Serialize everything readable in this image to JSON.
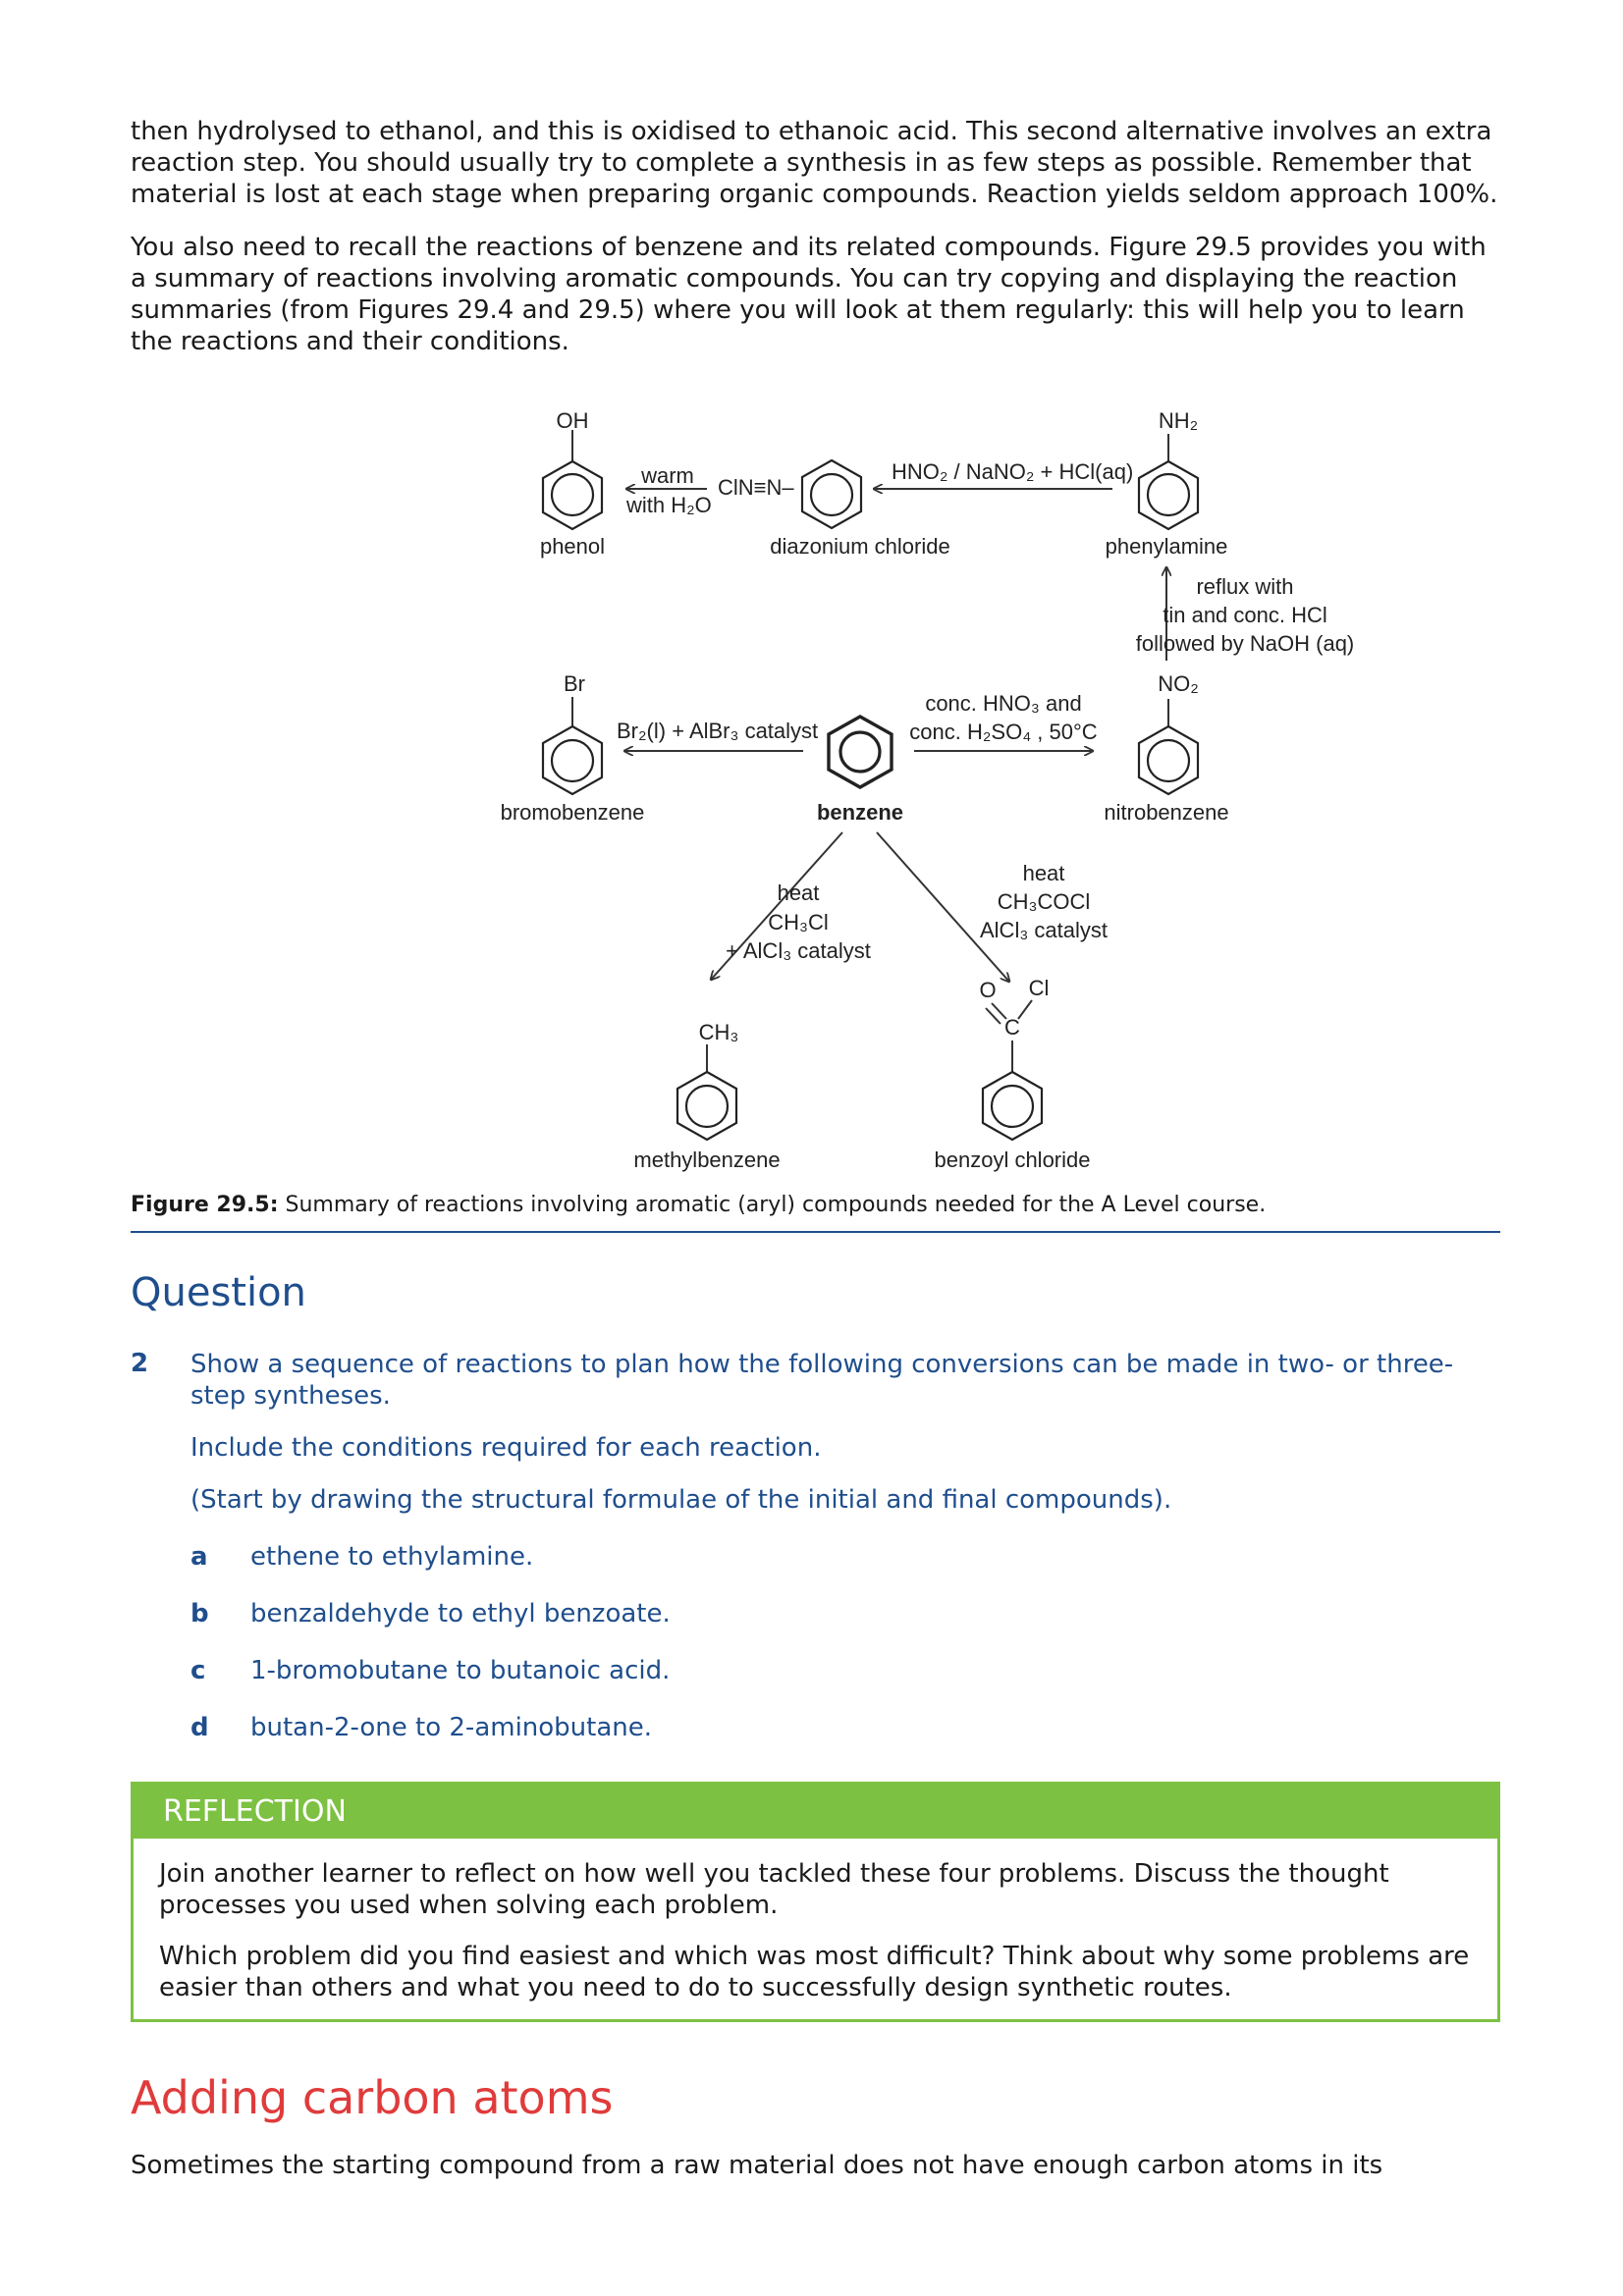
{
  "intro": {
    "paragraph1": "then hydrolysed to ethanol, and this is oxidised to ethanoic acid. This second alternative involves an extra reaction step. You should usually try to complete a synthesis in as few steps as possible. Remember that material is lost at each stage when preparing organic compounds. Reaction yields seldom approach 100%.",
    "paragraph2": "You also need to recall the reactions of benzene and its related compounds. Figure 29.5 provides you with a summary of reactions involving aromatic compounds. You can try copying and displaying the reaction summaries (from Figures 29.4 and 29.5) where you will look at them regularly: this will help you to learn the reactions and their conditions."
  },
  "figure": {
    "compounds": {
      "phenol": "phenol",
      "diazonium": "diazonium chloride",
      "phenylamine": "phenylamine",
      "bromobenzene": "bromobenzene",
      "benzene": "benzene",
      "nitrobenzene": "nitrobenzene",
      "methylbenzene": "methylbenzene",
      "benzoyl": "benzoyl chloride"
    },
    "groups": {
      "oh": "OH",
      "nh2": "NH₂",
      "br": "Br",
      "no2": "NO₂",
      "ch3": "CH₃",
      "diazo": "ClN≡N–",
      "o": "O",
      "cl": "Cl",
      "c": "C"
    },
    "conditions": {
      "warm": "warm",
      "with_h2o": "with H₂O",
      "hno2": "HNO₂ / NaNO₂ + HCl(aq)",
      "reflux1": "reflux with",
      "reflux2": "tin and conc. HCl",
      "reflux3": "followed by NaOH (aq)",
      "br2": "Br₂(l) + AlBr₃ catalyst",
      "nitr1": "conc. HNO₃ and",
      "nitr2": "conc. H₂SO₄ , 50°C",
      "meth1": "heat",
      "meth2": "CH₃Cl",
      "meth3": "+ AlCl₃ catalyst",
      "acyl1": "heat",
      "acyl2": "CH₃COCl",
      "acyl3": "AlCl₃ catalyst"
    }
  },
  "caption": {
    "label": "Figure 29.5:",
    "text": " Summary of reactions involving aromatic (aryl) compounds needed for the A Level course."
  },
  "question": {
    "heading": "Question",
    "number": "2",
    "text": "Show a sequence of reactions to plan how the following conversions can be made in two- or three-step syntheses.",
    "conditions": "Include the conditions required for each reaction.",
    "start": "(Start by drawing the structural formulae of the initial and final compounds).",
    "parts": [
      {
        "letter": "a",
        "text": "ethene to ethylamine."
      },
      {
        "letter": "b",
        "text": "benzaldehyde to ethyl benzoate."
      },
      {
        "letter": "c",
        "text": "1-bromobutane to butanoic acid."
      },
      {
        "letter": "d",
        "text": "butan-2-one to 2-aminobutane."
      }
    ]
  },
  "reflection": {
    "heading": "REFLECTION",
    "p1": "Join another learner to reflect on how well you tackled these four problems. Discuss the thought processes you used when solving each problem.",
    "p2": "Which problem did you find easiest and which was most difficult? Think about why some problems are easier than others and what you need to do to successfully design synthetic routes."
  },
  "section": {
    "heading": "Adding carbon atoms",
    "text": "Sometimes the starting compound from a raw material does not have enough carbon atoms in its"
  },
  "colors": {
    "blue": "#1f4e8c",
    "green": "#7dc142",
    "red": "#e03b3b"
  }
}
